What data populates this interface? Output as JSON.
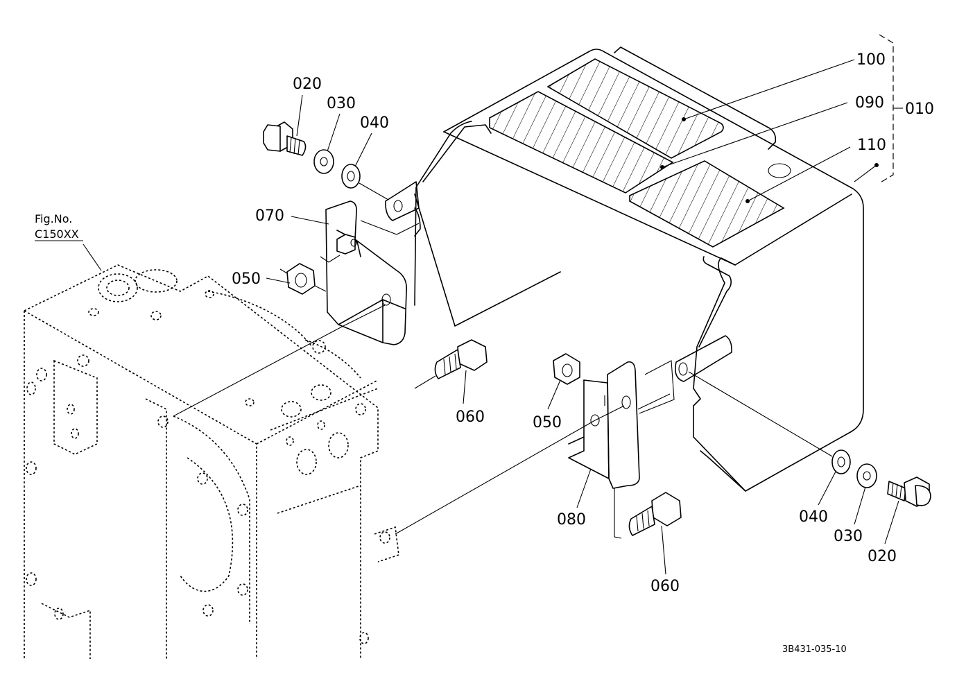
{
  "diagram": {
    "figure_ref_label": "Fig.No.",
    "figure_ref_number": "C150XX",
    "drawing_code": "3B431-035-10",
    "callouts": {
      "c100": "100",
      "c090": "090",
      "c110": "110",
      "c010": "010",
      "c020_left": "020",
      "c030_left": "030",
      "c040_left": "040",
      "c070": "070",
      "c050_left": "050",
      "c060_left": "060",
      "c050_right": "050",
      "c080": "080",
      "c060_right": "060",
      "c040_right": "040",
      "c030_right": "030",
      "c020_right": "020"
    }
  }
}
